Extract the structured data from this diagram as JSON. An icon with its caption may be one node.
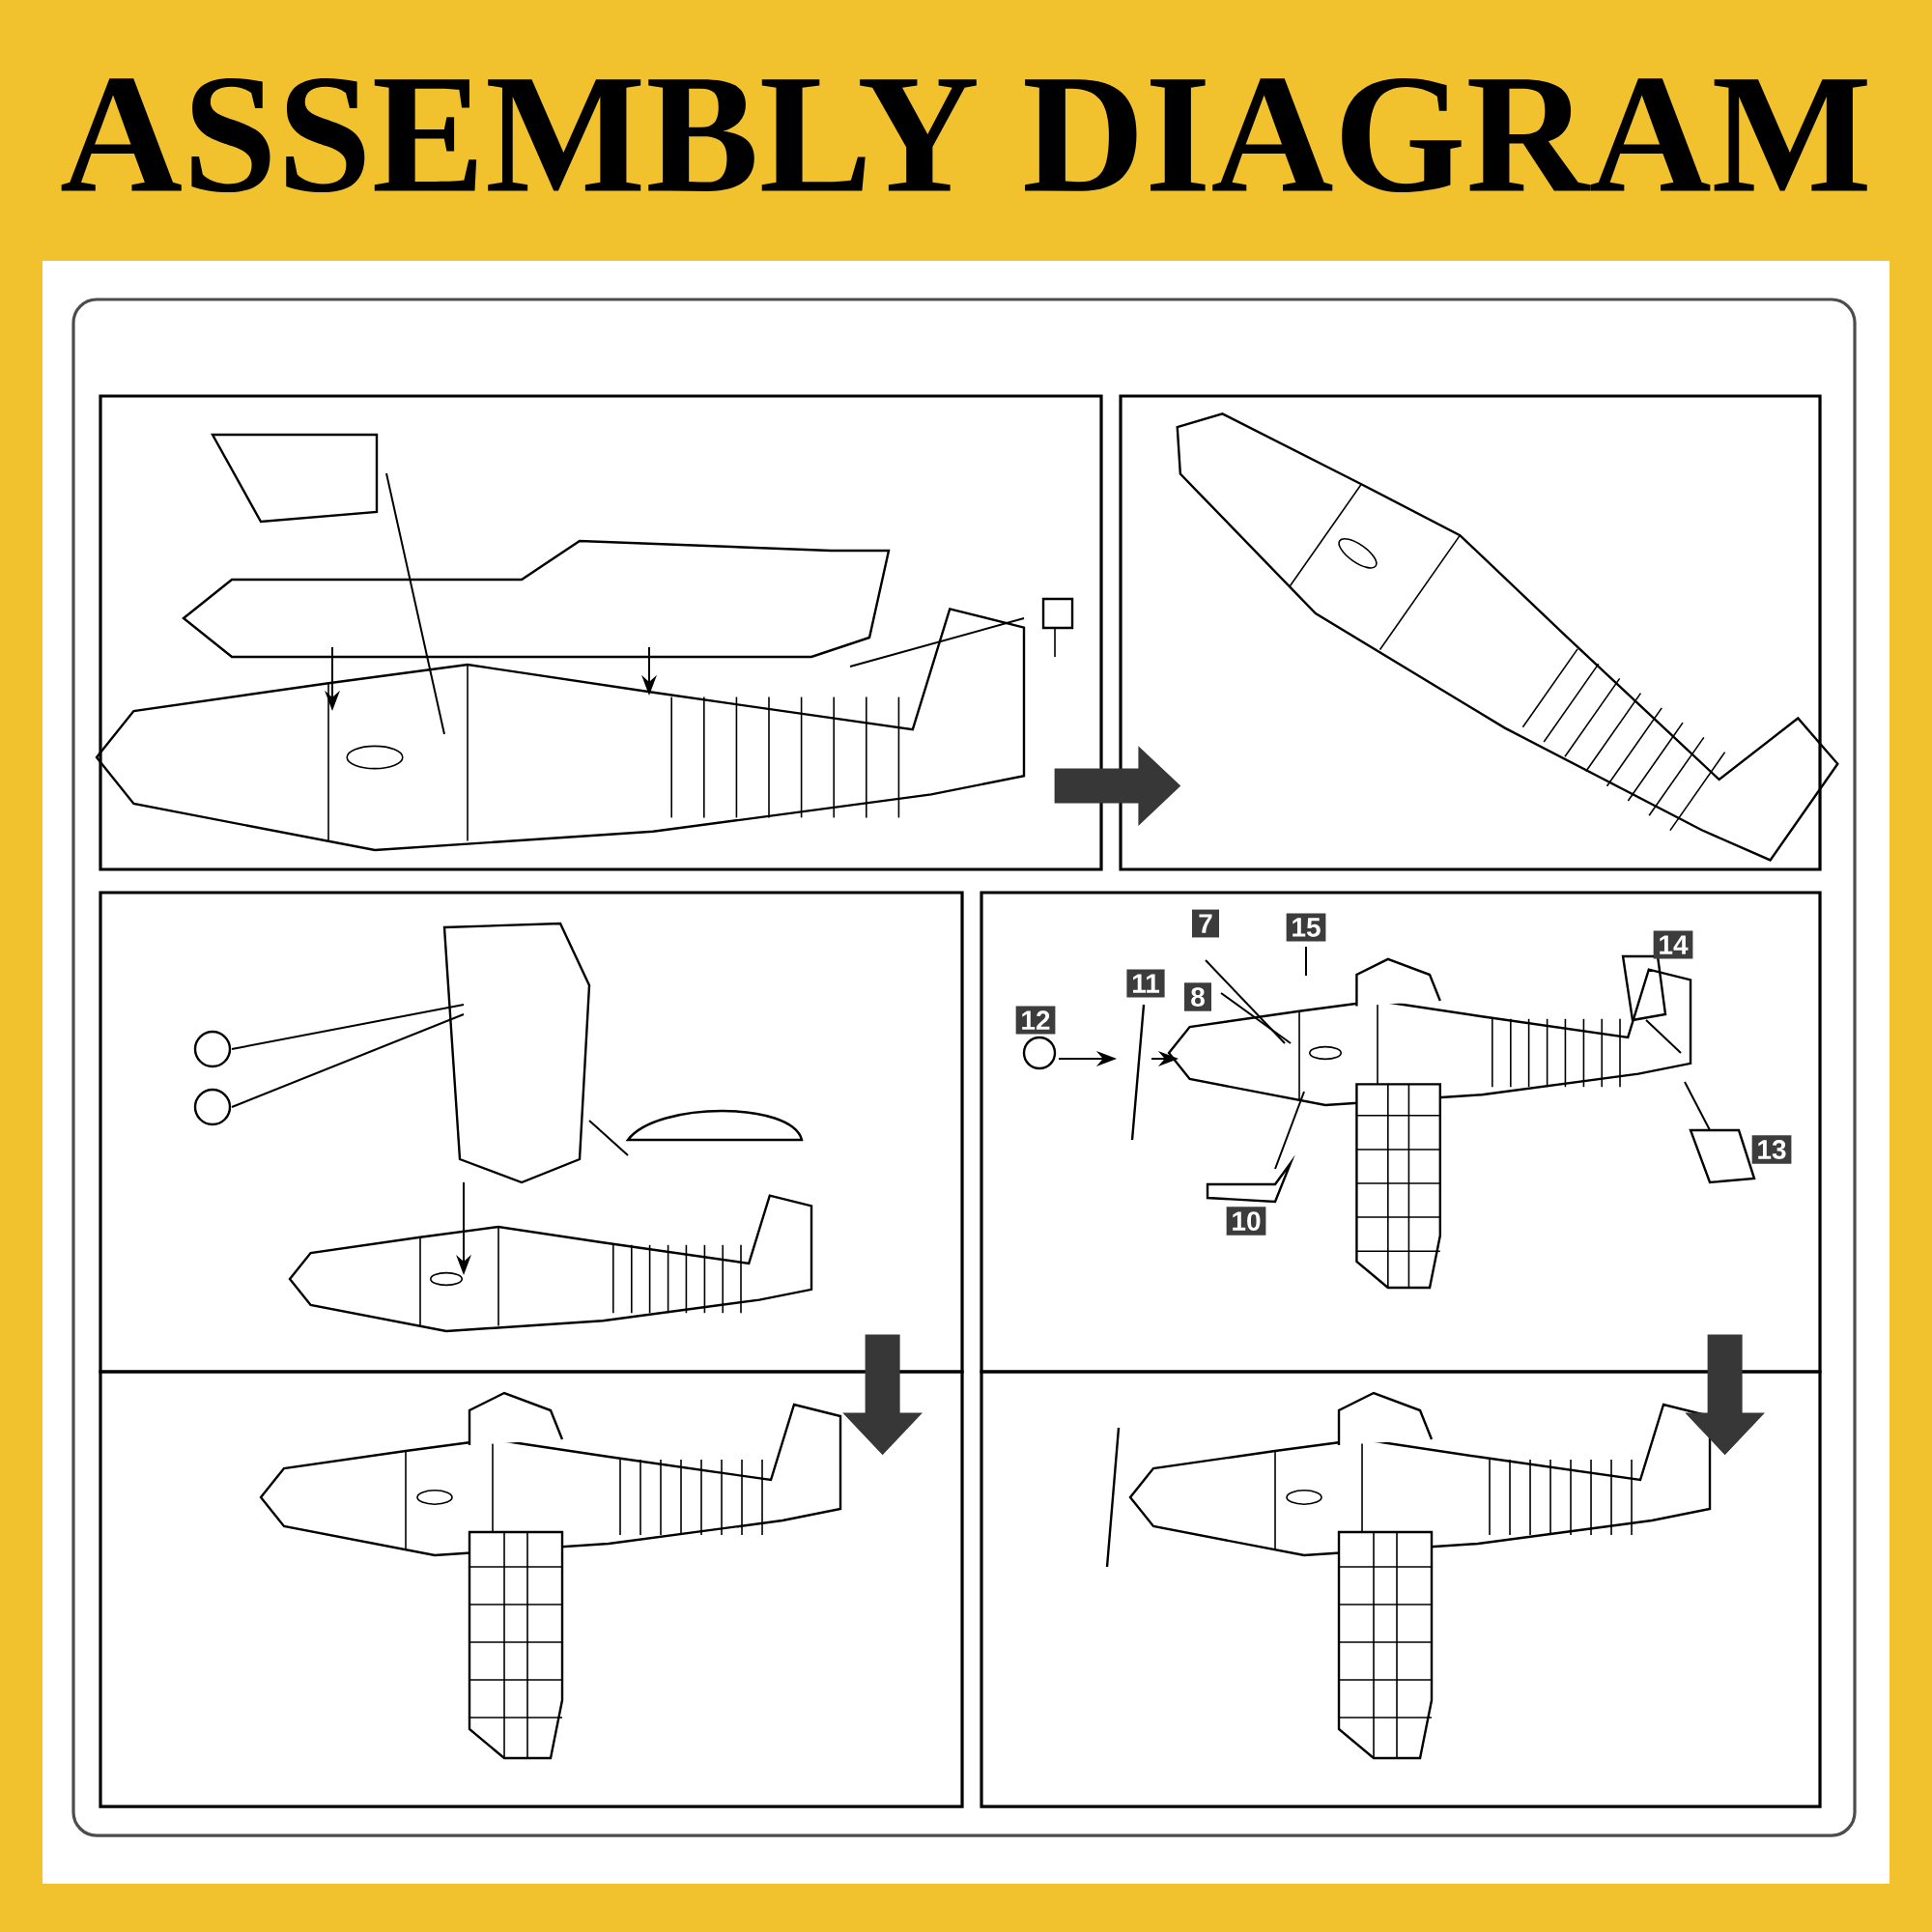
{
  "diagram": {
    "title": "ASSEMBLY DIAGRAM",
    "nodes": [
      {
        "text": [],
        "shape": "box"
      },
      {
        "text": [],
        "shape": "box"
      },
      {
        "text": [],
        "shape": "box"
      },
      {
        "text": [],
        "shape": "box"
      },
      {
        "text": [],
        "shape": "box"
      },
      {
        "text": [],
        "shape": "box"
      }
    ],
    "edges": [
      {
        "from": 0,
        "to": 1,
        "arrow": "to"
      },
      {
        "from": 2,
        "to": 3,
        "arrow": "to"
      },
      {
        "from": 4,
        "to": 5,
        "arrow": "to"
      }
    ],
    "labels": [
      "7",
      "15",
      "14",
      "11",
      "8",
      "12",
      "13",
      "10"
    ]
  }
}
